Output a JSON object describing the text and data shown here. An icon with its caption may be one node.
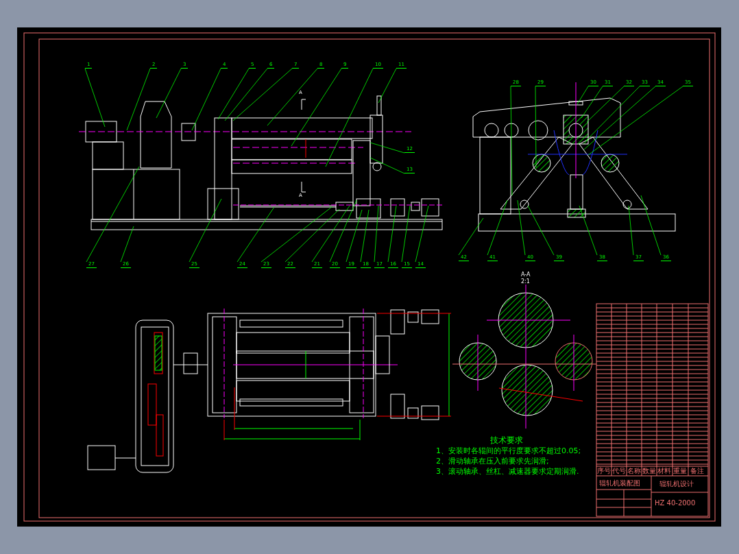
{
  "diagram": {
    "nodes": [
      {
        "text": [
          "1"
        ]
      },
      {
        "text": [
          "2"
        ]
      },
      {
        "text": [
          "3"
        ]
      },
      {
        "text": [
          "4"
        ]
      },
      {
        "text": [
          "5"
        ]
      },
      {
        "text": [
          "6"
        ]
      },
      {
        "text": [
          "7"
        ]
      },
      {
        "text": [
          "8"
        ]
      },
      {
        "text": [
          "9"
        ]
      },
      {
        "text": [
          "10"
        ]
      },
      {
        "text": [
          "11"
        ]
      },
      {
        "text": [
          "12"
        ]
      },
      {
        "text": [
          "13"
        ]
      },
      {
        "text": [
          "27"
        ]
      },
      {
        "text": [
          "26"
        ]
      },
      {
        "text": [
          "25"
        ]
      },
      {
        "text": [
          "24"
        ]
      },
      {
        "text": [
          "23"
        ]
      },
      {
        "text": [
          "22"
        ]
      },
      {
        "text": [
          "21"
        ]
      },
      {
        "text": [
          "20"
        ]
      },
      {
        "text": [
          "19"
        ]
      },
      {
        "text": [
          "18"
        ]
      },
      {
        "text": [
          "17"
        ]
      },
      {
        "text": [
          "16"
        ]
      },
      {
        "text": [
          "15"
        ]
      },
      {
        "text": [
          "14"
        ]
      },
      {
        "text": [
          "28"
        ]
      },
      {
        "text": [
          "29"
        ]
      },
      {
        "text": [
          "30"
        ]
      },
      {
        "text": [
          "31"
        ]
      },
      {
        "text": [
          "32"
        ]
      },
      {
        "text": [
          "33"
        ]
      },
      {
        "text": [
          "34"
        ]
      },
      {
        "text": [
          "35"
        ]
      },
      {
        "text": [
          "42"
        ]
      },
      {
        "text": [
          "41"
        ]
      },
      {
        "text": [
          "40"
        ]
      },
      {
        "text": [
          "39"
        ]
      },
      {
        "text": [
          "38"
        ]
      },
      {
        "text": [
          "37"
        ]
      },
      {
        "text": [
          "36"
        ]
      }
    ],
    "edges": [
      {
        "from": 0,
        "to": null,
        "arrow": "none"
      },
      {
        "from": 1,
        "to": null,
        "arrow": "none"
      },
      {
        "from": 2,
        "to": null,
        "arrow": "none"
      },
      {
        "from": 3,
        "to": null,
        "arrow": "none"
      },
      {
        "from": 4,
        "to": null,
        "arrow": "none"
      },
      {
        "from": 5,
        "to": null,
        "arrow": "none"
      },
      {
        "from": 6,
        "to": null,
        "arrow": "none"
      },
      {
        "from": 7,
        "to": null,
        "arrow": "none"
      },
      {
        "from": 8,
        "to": null,
        "arrow": "none"
      },
      {
        "from": 9,
        "to": null,
        "arrow": "none"
      },
      {
        "from": 10,
        "to": null,
        "arrow": "none"
      },
      {
        "from": 11,
        "to": null,
        "arrow": "none"
      },
      {
        "from": 12,
        "to": null,
        "arrow": "none"
      },
      {
        "from": 13,
        "to": null,
        "arrow": "none"
      },
      {
        "from": 14,
        "to": null,
        "arrow": "none"
      },
      {
        "from": 15,
        "to": null,
        "arrow": "none"
      },
      {
        "from": 16,
        "to": null,
        "arrow": "none"
      },
      {
        "from": 17,
        "to": null,
        "arrow": "none"
      },
      {
        "from": 18,
        "to": null,
        "arrow": "none"
      },
      {
        "from": 19,
        "to": null,
        "arrow": "none"
      },
      {
        "from": 20,
        "to": null,
        "arrow": "none"
      },
      {
        "from": 21,
        "to": null,
        "arrow": "none"
      },
      {
        "from": 22,
        "to": null,
        "arrow": "none"
      },
      {
        "from": 23,
        "to": null,
        "arrow": "none"
      },
      {
        "from": 24,
        "to": null,
        "arrow": "none"
      },
      {
        "from": 25,
        "to": null,
        "arrow": "none"
      },
      {
        "from": 26,
        "to": null,
        "arrow": "none"
      },
      {
        "from": 27,
        "to": null,
        "arrow": "none"
      },
      {
        "from": 28,
        "to": null,
        "arrow": "none"
      },
      {
        "from": 29,
        "to": null,
        "arrow": "none"
      },
      {
        "from": 30,
        "to": null,
        "arrow": "none"
      },
      {
        "from": 31,
        "to": null,
        "arrow": "none"
      },
      {
        "from": 32,
        "to": null,
        "arrow": "none"
      },
      {
        "from": 33,
        "to": null,
        "arrow": "none"
      },
      {
        "from": 34,
        "to": null,
        "arrow": "none"
      },
      {
        "from": 35,
        "to": null,
        "arrow": "none"
      },
      {
        "from": 36,
        "to": null,
        "arrow": "none"
      },
      {
        "from": 37,
        "to": null,
        "arrow": "none"
      },
      {
        "from": 38,
        "to": null,
        "arrow": "none"
      },
      {
        "from": 39,
        "to": null,
        "arrow": "none"
      },
      {
        "from": 40,
        "to": null,
        "arrow": "none"
      },
      {
        "from": 41,
        "to": null,
        "arrow": "none"
      }
    ],
    "labels": [
      "A",
      "A",
      "A-A",
      "2:1",
      "技术要求",
      "1、安装时各辊间的平行度要求不超过0.05;",
      "2、滑动轴承在压入前要求先润滑;",
      "3、滚动轴承、丝杠、减速器要求定期润滑.",
      "序号",
      "代号",
      "名称",
      "数量",
      "材料",
      "重量",
      "备注",
      "辊轧机装配图",
      "辊轧机设计",
      "HZ 40-2000"
    ]
  }
}
